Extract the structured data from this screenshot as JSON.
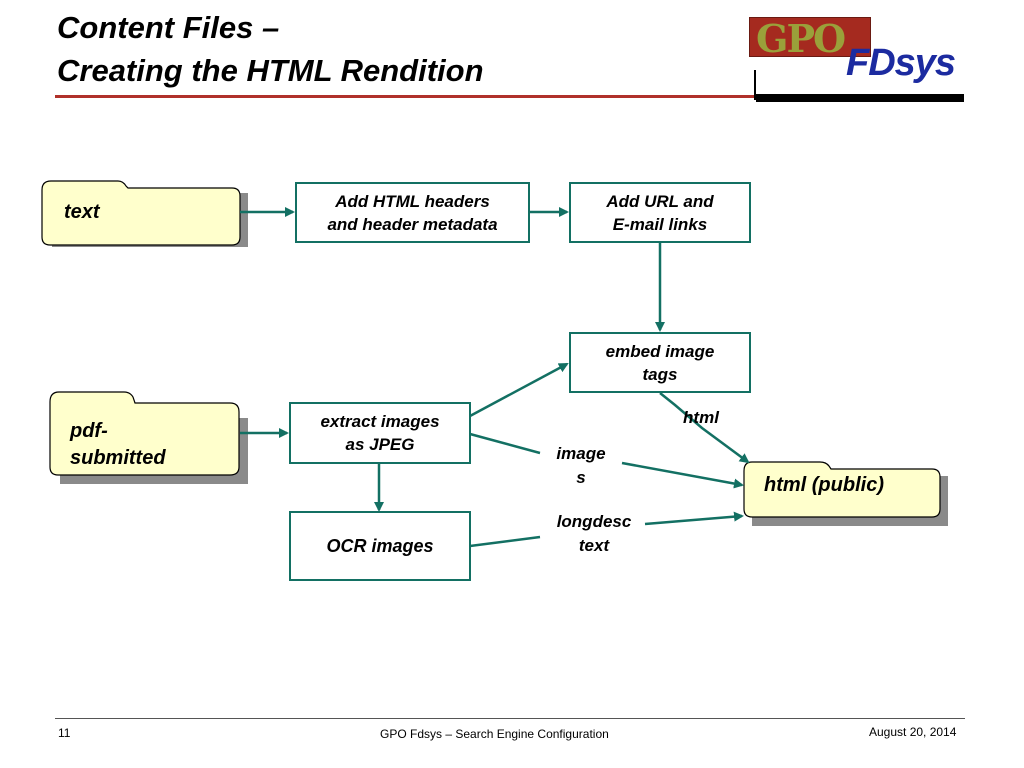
{
  "header": {
    "title_line1": "Content Files –",
    "title_line2": "Creating the HTML Rendition",
    "logo_text": "GPO",
    "brand": "FDsys"
  },
  "diagram": {
    "folders": {
      "text": "text",
      "pdf_line1": "pdf-",
      "pdf_line2": "submitted",
      "html_public": "html (public)"
    },
    "boxes": {
      "add_headers_line1": "Add HTML headers",
      "add_headers_line2": "and header metadata",
      "add_url_line1": "Add URL and",
      "add_url_line2": "E-mail links",
      "embed_line1": "embed image",
      "embed_line2": "tags",
      "extract_line1": "extract images",
      "extract_line2": "as JPEG",
      "ocr": "OCR images"
    },
    "edge_labels": {
      "html": "html",
      "images_line1": "image",
      "images_line2": "s",
      "longdesc_line1": "longdesc",
      "longdesc_line2": "text"
    }
  },
  "footer": {
    "page_number": "11",
    "center": "GPO Fdsys – Search Engine Configuration",
    "date": "August 20, 2014"
  },
  "colors": {
    "accent": "#137063",
    "folder_fill": "#ffffcc",
    "title_rule": "#b0312a",
    "brand": "#1c2ba0"
  }
}
